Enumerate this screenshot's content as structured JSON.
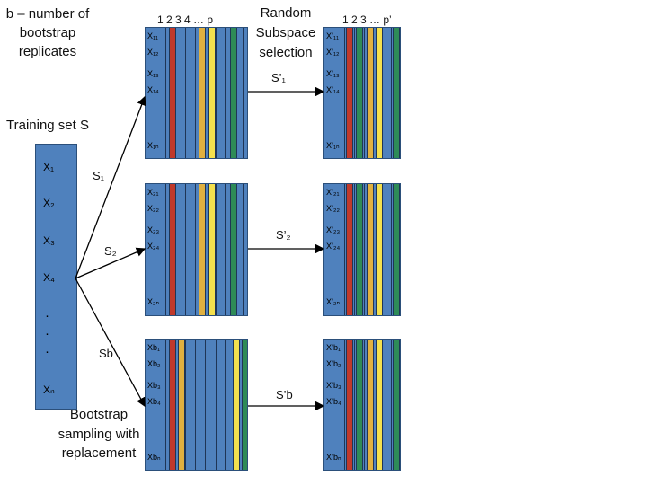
{
  "header": {
    "b_label": "b – number of bootstrap replicates",
    "col_header_left": "1 2 3 4 … p",
    "random_subspace": "Random Subspace selection",
    "col_header_right": "1 2 3 … p’"
  },
  "training": {
    "title": "Training set S",
    "items": [
      "X₁",
      "X₂",
      "X₃",
      "X₄",
      "·",
      "·",
      "·",
      "Xₙ"
    ]
  },
  "samples": {
    "s1": "S₁",
    "s2": "S₂",
    "sb": "Sb"
  },
  "bootstrap_caption": "Bootstrap sampling with replacement",
  "subspaces": {
    "s1p": "S’₁",
    "s2p": "S’₂",
    "sbp": "S’b"
  },
  "matrices_left": [
    {
      "labels": [
        "X₁₁",
        "X₁₂",
        "X₁₃",
        "X₁₄",
        "X₁ₙ"
      ]
    },
    {
      "labels": [
        "X₂₁",
        "X₂₂",
        "X₂₃",
        "X₂₄",
        "X₂ₙ"
      ]
    },
    {
      "labels": [
        "Xb₁",
        "Xb₂",
        "Xb₃",
        "Xb₄",
        "Xbₙ"
      ]
    }
  ],
  "matrices_right": [
    {
      "labels": [
        "X’₁₁",
        "X’₁₂",
        "X’₁₃",
        "X’₁₄",
        "X’₁ₙ"
      ]
    },
    {
      "labels": [
        "X’₂₁",
        "X’₂₂",
        "X’₂₃",
        "X’₂₄",
        "X’₂ₙ"
      ]
    },
    {
      "labels": [
        "X’b₁",
        "X’b₂",
        "X’b₃",
        "X’b₄",
        "X’bₙ"
      ]
    }
  ],
  "colors": {
    "matrix": "#4f81bd",
    "red": "#c0392b",
    "yellow": "#f4e04d",
    "green": "#2e8b57",
    "gold": "#e0b040"
  }
}
